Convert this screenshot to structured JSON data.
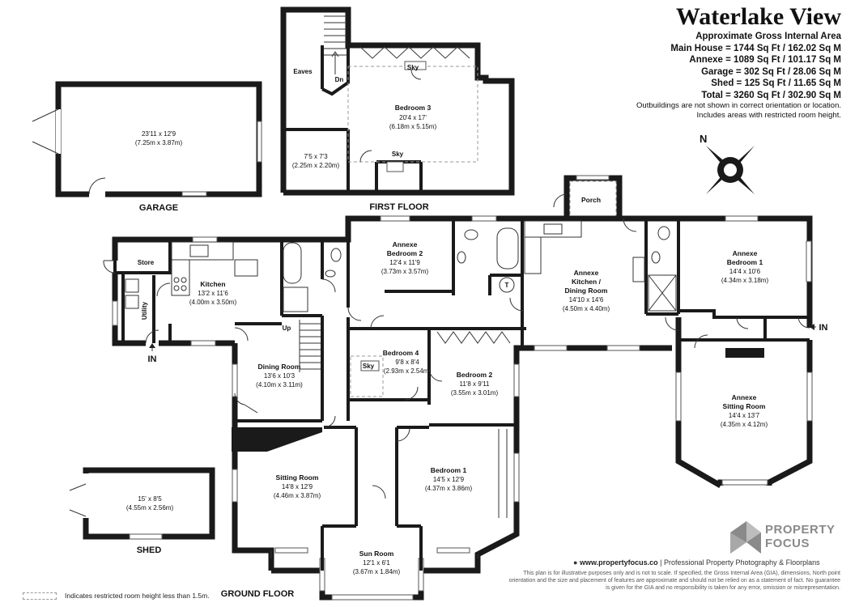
{
  "title": "Waterlake View",
  "areas": {
    "heading": "Approximate Gross Internal Area",
    "lines": [
      "Main House = 1744 Sq Ft / 162.02 Sq M",
      "Annexe = 1089 Sq Ft / 101.17 Sq M",
      "Garage = 302 Sq Ft / 28.06 Sq M",
      "Shed = 125 Sq Ft / 11.65 Sq M",
      "Total = 3260 Sq Ft / 302.90 Sq M"
    ],
    "notes": [
      "Outbuildings are not shown in correct orientation or location.",
      "Includes areas with restricted room height."
    ]
  },
  "compass": {
    "label": "N"
  },
  "floors": {
    "garage": "GARAGE",
    "first": "FIRST FLOOR",
    "ground": "GROUND FLOOR",
    "shed": "SHED"
  },
  "rooms": {
    "garage": {
      "dim1": "23'11 x 12'9",
      "dim2": "(7.25m x 3.87m)"
    },
    "eaves": "Eaves",
    "dn": "Dn",
    "sky": "Sky",
    "bedroom3": {
      "name": "Bedroom 3",
      "dim1": "20'4 x 17'",
      "dim2": "(6.18m x 5.15m)"
    },
    "landing": {
      "dim1": "7'5 x 7'3",
      "dim2": "(2.25m x 2.20m)"
    },
    "porch": "Porch",
    "store": "Store",
    "utility": "Utility",
    "in": "IN",
    "up": "Up",
    "t": "T",
    "kitchen": {
      "name": "Kitchen",
      "dim1": "13'2 x 11'6",
      "dim2": "(4.00m x 3.50m)"
    },
    "annexe_bed2": {
      "name1": "Annexe",
      "name2": "Bedroom 2",
      "dim1": "12'4 x 11'9",
      "dim2": "(3.73m x 3.57m)"
    },
    "annexe_kitchen": {
      "name1": "Annexe",
      "name2": "Kitchen /",
      "name3": "Dining Room",
      "dim1": "14'10 x 14'6",
      "dim2": "(4.50m x 4.40m)"
    },
    "annexe_bed1": {
      "name1": "Annexe",
      "name2": "Bedroom 1",
      "dim1": "14'4 x 10'6",
      "dim2": "(4.34m x 3.18m)"
    },
    "dining": {
      "name": "Dining Room",
      "dim1": "13'6 x 10'3",
      "dim2": "(4.10m x 3.11m)"
    },
    "bedroom4": {
      "name": "Bedroom 4",
      "dim1": "9'8 x 8'4",
      "dim2": "(2.93m x 2.54m)"
    },
    "bedroom2": {
      "name": "Bedroom 2",
      "dim1": "11'8 x 9'11",
      "dim2": "(3.55m x 3.01m)"
    },
    "annexe_sitting": {
      "name1": "Annexe",
      "name2": "Sitting Room",
      "dim1": "14'4 x 13'7",
      "dim2": "(4.35m x 4.12m)"
    },
    "sitting": {
      "name": "Sitting Room",
      "dim1": "14'8 x 12'9",
      "dim2": "(4.46m x 3.87m)"
    },
    "bedroom1": {
      "name": "Bedroom 1",
      "dim1": "14'5 x 12'9",
      "dim2": "(4.37m x 3.86m)"
    },
    "sunroom": {
      "name": "Sun Room",
      "dim1": "12'1 x 6'1",
      "dim2": "(3.67m x 1.84m)"
    },
    "shed": {
      "dim1": "15' x 8'5",
      "dim2": "(4.55m x 2.56m)"
    }
  },
  "branding": {
    "line1": "PROPERTY",
    "line2": "FOCUS",
    "website": "www.propertyfocus.co",
    "tagline": "Professional Property Photography & Floorplans",
    "disclaimer": "This plan is for illustrative purposes only and is not to scale. If specified, the Gross Internal Area (GIA), dimensions, North point orientation and the size and placement of features are approximate and should not be relied on as a statement of fact. No guarantee is given for the GIA and no responsibility is taken for any error, omission or misrepresentation."
  },
  "legend": "Indicates restricted room height less than 1.5m.",
  "colors": {
    "walls": "#1a1a1a",
    "logo": "#8a8a8a",
    "restricted": "#999999"
  }
}
